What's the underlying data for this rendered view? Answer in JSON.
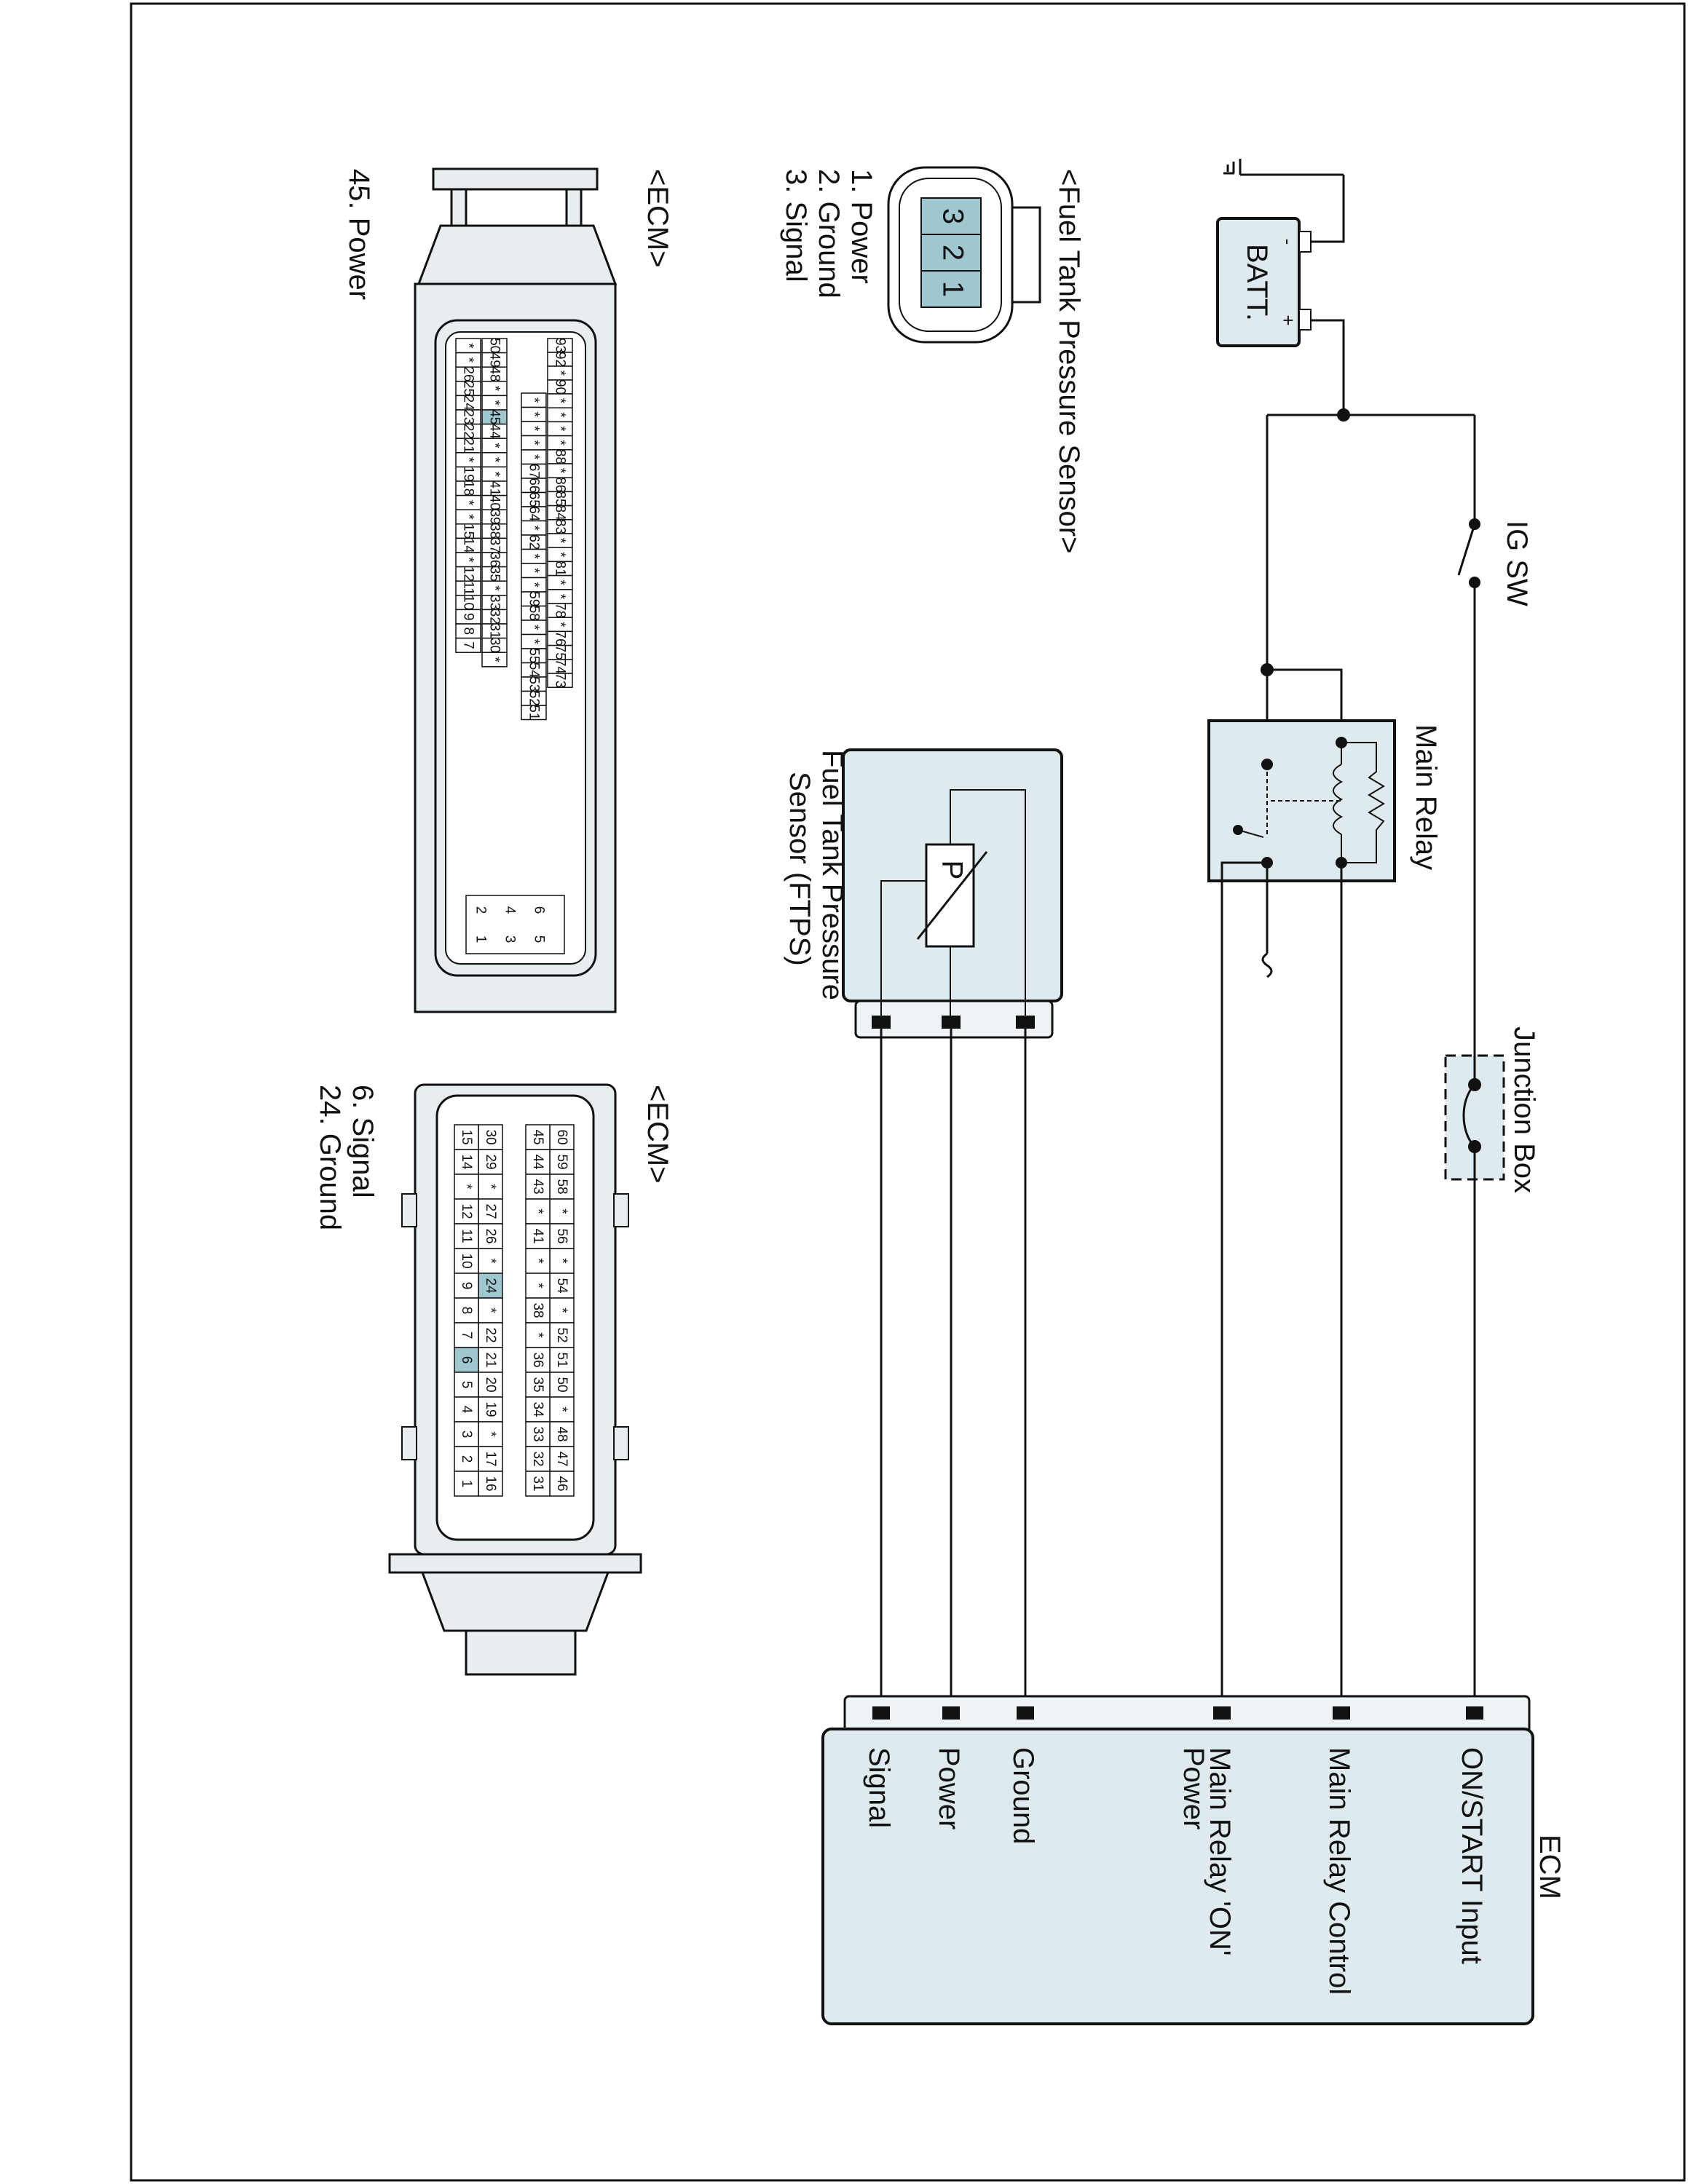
{
  "components": {
    "ig_sw": "IG SW",
    "junction_box": "Junction Box",
    "batt": "BATT.",
    "batt_minus": "-",
    "batt_plus": "+",
    "main_relay": "Main Relay",
    "ftps_line1": "Fuel Tank Pressure",
    "ftps_line2": "Sensor (FTPS)",
    "ftps_symbol": "P",
    "ecm": "ECM"
  },
  "ecm_pins": [
    "ON/START Input",
    "Main Relay Control",
    "Main Relay 'ON'",
    "Power",
    "Ground",
    "Power",
    "Signal"
  ],
  "sensor_connector": {
    "title": "<Fuel Tank Pressure Sensor>",
    "pins": [
      "3",
      "2",
      "1"
    ],
    "legend": [
      "1. Power",
      "2. Ground",
      "3. Signal"
    ]
  },
  "ecm_connector_1": {
    "title": "<ECM>",
    "legend": [
      "45. Power"
    ],
    "rows": [
      [
        "*",
        "*",
        "*",
        "*",
        "88",
        "*",
        "86",
        "85",
        "84",
        "83",
        "*",
        "*",
        "81",
        "*",
        "*",
        "78",
        "*",
        "76",
        "75",
        "74",
        "73"
      ],
      [
        "*",
        "*",
        "*",
        "*",
        "*",
        "67",
        "66",
        "65",
        "64",
        "*",
        "62",
        "*",
        "*",
        "*",
        "59",
        "58",
        "*",
        "*",
        "55",
        "54",
        "53",
        "52",
        "51"
      ],
      [
        "50",
        "49",
        "48",
        "*",
        "*",
        "45",
        "44",
        "*",
        "*",
        "*",
        "41",
        "40",
        "39",
        "38",
        "37",
        "36",
        "35",
        "*",
        "33",
        "32",
        "31",
        "30",
        "*"
      ],
      [
        "*",
        "*",
        "26",
        "25",
        "24",
        "23",
        "22",
        "21",
        "*",
        "19",
        "18",
        "*",
        "*",
        "15",
        "14",
        "*",
        "12",
        "11",
        "10",
        "9",
        "8",
        "7"
      ]
    ],
    "top_row_head": [
      "93",
      "92",
      "*",
      "90"
    ],
    "small_pins": [
      "6",
      "5",
      "4",
      "3",
      "2",
      "1"
    ],
    "highlight": [
      "45"
    ]
  },
  "ecm_connector_2": {
    "title": "<ECM>",
    "legend": [
      "6. Signal",
      "24. Ground"
    ],
    "rows": [
      [
        "60",
        "59",
        "58",
        "*",
        "56",
        "*",
        "54",
        "*",
        "52",
        "51",
        "50",
        "*",
        "48",
        "47",
        "46"
      ],
      [
        "45",
        "44",
        "43",
        "*",
        "41",
        "*",
        "*",
        "38",
        "*",
        "36",
        "35",
        "34",
        "33",
        "32",
        "31"
      ],
      [
        "30",
        "29",
        "*",
        "27",
        "26",
        "*",
        "24",
        "*",
        "22",
        "21",
        "20",
        "19",
        "*",
        "17",
        "16"
      ],
      [
        "15",
        "14",
        "*",
        "12",
        "11",
        "10",
        "9",
        "8",
        "7",
        "6",
        "5",
        "4",
        "3",
        "2",
        "1"
      ]
    ],
    "highlight": [
      "6",
      "24"
    ]
  }
}
